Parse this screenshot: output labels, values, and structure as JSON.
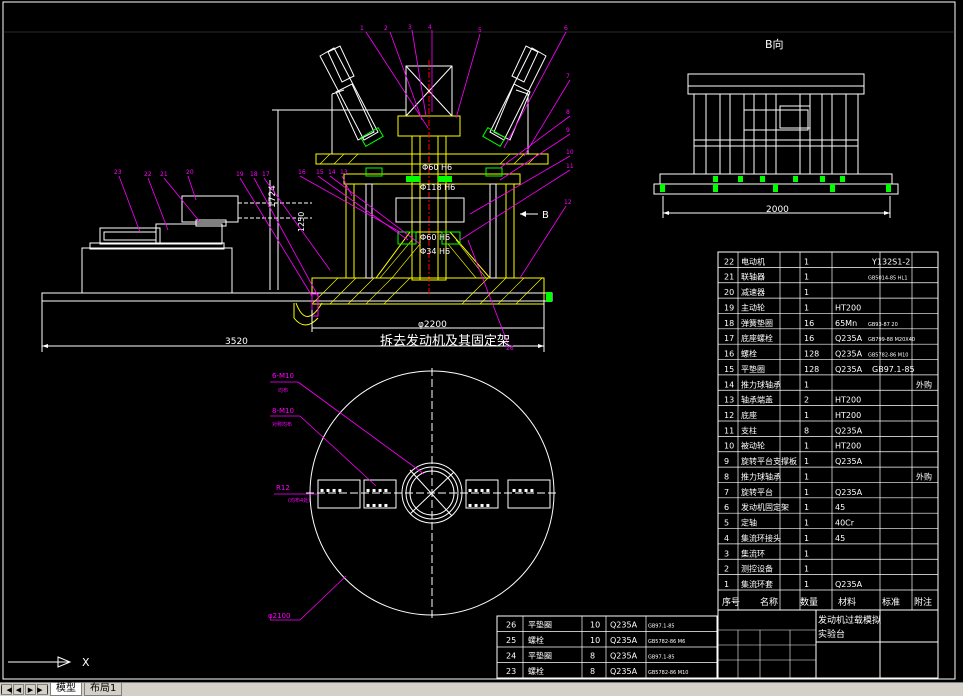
{
  "drawing": {
    "b_view_label": "B向",
    "b_dim": "2000",
    "main_title": "拆去发动机及其固定架",
    "dim_3520": "3520",
    "dim_phi2200": "φ2200",
    "dim_1250": "1250",
    "dim_1724": "1724",
    "b_arrow_label": "B",
    "labels_dims": [
      "Φ60 H6",
      "Φ118 H6",
      "Φ60 H6",
      "Φ34 H6"
    ],
    "callouts_top": [
      "1",
      "2",
      "3",
      "4",
      "5",
      "6",
      "7",
      "8",
      "9",
      "10",
      "11",
      "12"
    ],
    "callouts_left": [
      "23",
      "22",
      "21",
      "20",
      "19",
      "18",
      "17",
      "16",
      "15",
      "14",
      "13"
    ],
    "callout_bottom": "26",
    "note_6m10": "6-M10",
    "note_6m10_sub": "均布",
    "note_8m10": "8-M10",
    "note_8m10_sub": "对称均布",
    "note_r12": "R12",
    "note_r12_sub": "(均布4处)",
    "note_phi2100": "φ2100"
  },
  "bom": {
    "header": {
      "no": "序号",
      "name": "名称",
      "qty": "数量",
      "material": "材料",
      "std": "标准",
      "note": "附注"
    },
    "rows": [
      {
        "no": "22",
        "name": "电动机",
        "qty": "1",
        "material": "",
        "std": "Y132S1-2",
        "note": ""
      },
      {
        "no": "21",
        "name": "联轴器",
        "qty": "1",
        "material": "",
        "std": "GB5014-85 HL1",
        "note": ""
      },
      {
        "no": "20",
        "name": "减速器",
        "qty": "1",
        "material": "",
        "std": "",
        "note": ""
      },
      {
        "no": "19",
        "name": "主动轮",
        "qty": "1",
        "material": "HT200",
        "std": "",
        "note": ""
      },
      {
        "no": "18",
        "name": "弹簧垫圈",
        "qty": "16",
        "material": "65Mn",
        "std": "GB93-87 20",
        "note": ""
      },
      {
        "no": "17",
        "name": "底座螺栓",
        "qty": "16",
        "material": "Q235A",
        "std": "GB799-88 M20X40",
        "note": ""
      },
      {
        "no": "16",
        "name": "螺栓",
        "qty": "128",
        "material": "Q235A",
        "std": "GB5782-86 M10",
        "note": ""
      },
      {
        "no": "15",
        "name": "平垫圈",
        "qty": "128",
        "material": "Q235A",
        "std": "GB97.1-85",
        "note": ""
      },
      {
        "no": "14",
        "name": "推力球轴承",
        "qty": "1",
        "material": "",
        "std": "",
        "note": "外购"
      },
      {
        "no": "13",
        "name": "轴承端盖",
        "qty": "2",
        "material": "HT200",
        "std": "",
        "note": ""
      },
      {
        "no": "12",
        "name": "底座",
        "qty": "1",
        "material": "HT200",
        "std": "",
        "note": ""
      },
      {
        "no": "11",
        "name": "支柱",
        "qty": "8",
        "material": "Q235A",
        "std": "",
        "note": ""
      },
      {
        "no": "10",
        "name": "被动轮",
        "qty": "1",
        "material": "HT200",
        "std": "",
        "note": ""
      },
      {
        "no": "9",
        "name": "旋转平台支撑板",
        "qty": "1",
        "material": "Q235A",
        "std": "",
        "note": ""
      },
      {
        "no": "8",
        "name": "推力球轴承",
        "qty": "1",
        "material": "",
        "std": "",
        "note": "外购"
      },
      {
        "no": "7",
        "name": "旋转平台",
        "qty": "1",
        "material": "Q235A",
        "std": "",
        "note": ""
      },
      {
        "no": "6",
        "name": "发动机固定架",
        "qty": "1",
        "material": "45",
        "std": "",
        "note": ""
      },
      {
        "no": "5",
        "name": "定轴",
        "qty": "1",
        "material": "40Cr",
        "std": "",
        "note": ""
      },
      {
        "no": "4",
        "name": "集流环接头",
        "qty": "1",
        "material": "45",
        "std": "",
        "note": ""
      },
      {
        "no": "3",
        "name": "集流环",
        "qty": "1",
        "material": "",
        "std": "",
        "note": ""
      },
      {
        "no": "2",
        "name": "测控设备",
        "qty": "1",
        "material": "",
        "std": "",
        "note": ""
      },
      {
        "no": "1",
        "name": "集流环套",
        "qty": "1",
        "material": "Q235A",
        "std": "",
        "note": ""
      }
    ],
    "lower_rows": [
      {
        "no": "26",
        "name": "平垫圈",
        "qty": "10",
        "material": "Q235A",
        "std": "GB97.1-85"
      },
      {
        "no": "25",
        "name": "螺栓",
        "qty": "10",
        "material": "Q235A",
        "std": "GB5782-86 M6"
      },
      {
        "no": "24",
        "name": "平垫圈",
        "qty": "8",
        "material": "Q235A",
        "std": "GB97.1-85"
      },
      {
        "no": "23",
        "name": "螺栓",
        "qty": "8",
        "material": "Q235A",
        "std": "GB5782-86 M10"
      }
    ],
    "title_block": {
      "title_line1": "发动机过载模拟",
      "title_line2": "实验台"
    }
  },
  "ucs": {
    "x_label": "X"
  },
  "tabs": {
    "model": "模型",
    "layout1": "布局1"
  },
  "colors": {
    "background": "#000000",
    "cyan": "#00ffff",
    "yellow": "#ffff00",
    "red": "#ff0000",
    "magenta": "#ff00ff",
    "white": "#ffffff"
  }
}
